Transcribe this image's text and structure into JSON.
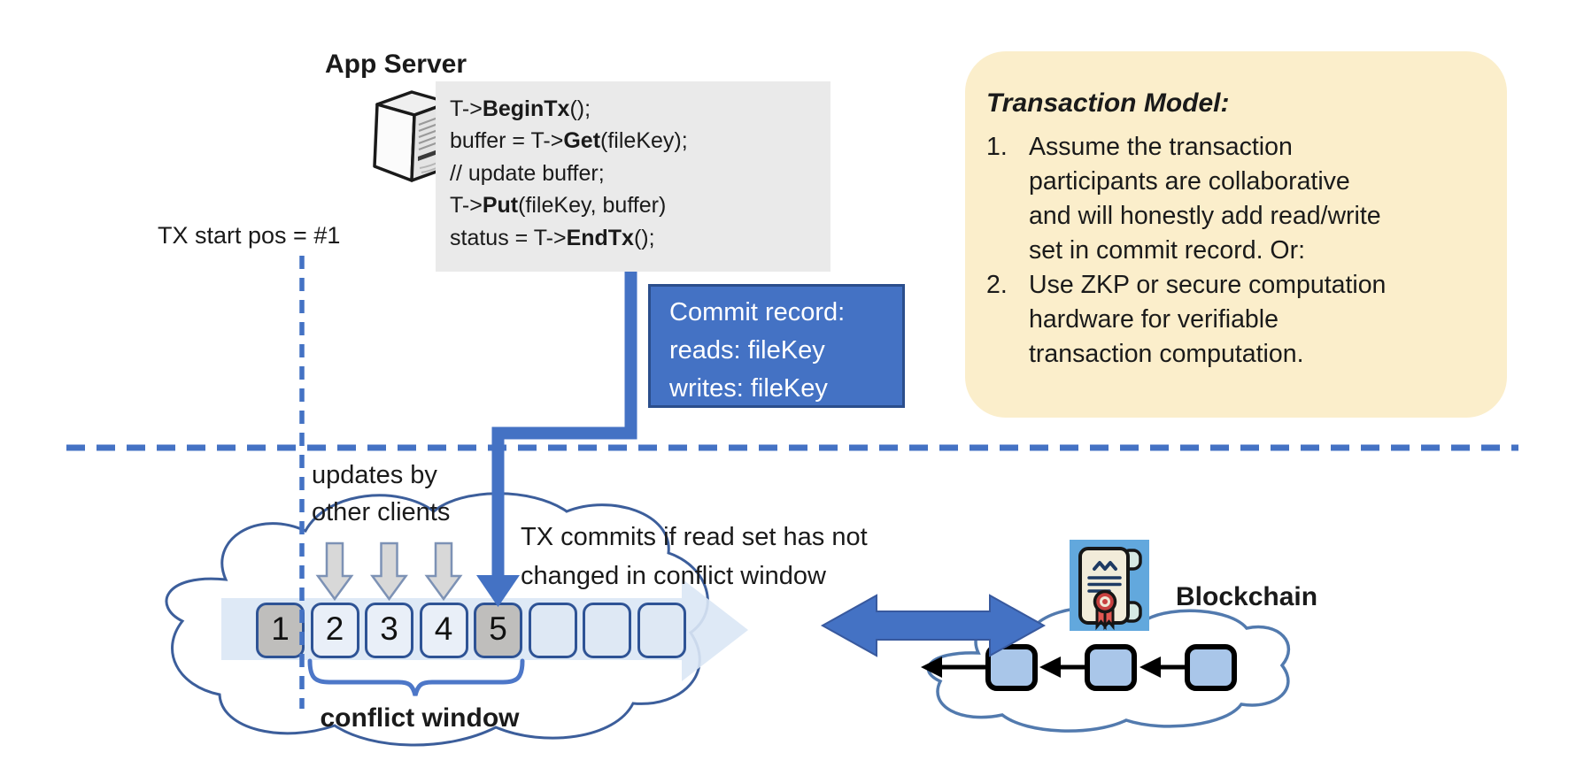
{
  "app_server": {
    "title": "App Server",
    "icon": "server-icon"
  },
  "code_block": {
    "lines": [
      {
        "pre": "T->",
        "bold": "BeginTx",
        "post": "();"
      },
      {
        "pre": "buffer = T->",
        "bold": "Get",
        "post": "(fileKey);"
      },
      {
        "pre": "// update buffer;",
        "bold": "",
        "post": ""
      },
      {
        "pre": "T->",
        "bold": "Put",
        "post": "(fileKey, buffer)"
      },
      {
        "pre": "status = T->",
        "bold": "EndTx",
        "post": "();"
      }
    ]
  },
  "tx_start": {
    "label": "TX start pos = #1"
  },
  "commit_record": {
    "title": "Commit record:",
    "reads": "reads: fileKey",
    "writes": "writes: fileKey"
  },
  "transaction_model": {
    "title": "Transaction Model:",
    "items": [
      {
        "num": "1.",
        "lines": [
          "Assume the transaction",
          "participants are collaborative",
          "and will honestly add read/write",
          "set in commit record.  Or:"
        ]
      },
      {
        "num": "2.",
        "lines": [
          "Use ZKP or secure computation",
          "hardware for verifiable",
          "transaction computation."
        ]
      }
    ]
  },
  "updates_label": {
    "line1": "updates by",
    "line2": "other clients"
  },
  "commit_condition": {
    "line1": "TX commits if read set has not",
    "line2": "changed in conflict window"
  },
  "timeline": {
    "conflict_window_label": "conflict window",
    "blocks": [
      {
        "label": "1"
      },
      {
        "label": "2"
      },
      {
        "label": "3"
      },
      {
        "label": "4"
      },
      {
        "label": "5"
      },
      {
        "label": ""
      },
      {
        "label": ""
      },
      {
        "label": ""
      }
    ]
  },
  "blockchain": {
    "label": "Blockchain",
    "icon": "certificate-icon",
    "chain_block_count": 3
  },
  "icons": {
    "server-icon": "3d gray tower server clipart",
    "certificate-icon": "scroll document with red ribbon seal on blue square",
    "down-arrow-icon": "gray downward block arrow",
    "elbow-arrow-icon": "thick blue elbow arrow pointing down",
    "double-arrow-icon": "blue horizontal double-headed arrow",
    "left-arrow-icon": "black left-pointing chain link arrow"
  },
  "colors": {
    "accent_blue": "#4472C4",
    "dark_blue_border": "#2E5395",
    "light_block_fill": "#E9EFF8",
    "gray_block_fill": "#BFBEBC",
    "timeline_arrow_fill": "#DAE7F5",
    "code_bg": "#EAEAEA",
    "model_box_bg": "#FBEECB",
    "chain_block_fill": "#A9C6E9",
    "cloud_stroke": "#3C5E9B",
    "cert_bg": "#62A8DD",
    "seal_red": "#C84140"
  }
}
